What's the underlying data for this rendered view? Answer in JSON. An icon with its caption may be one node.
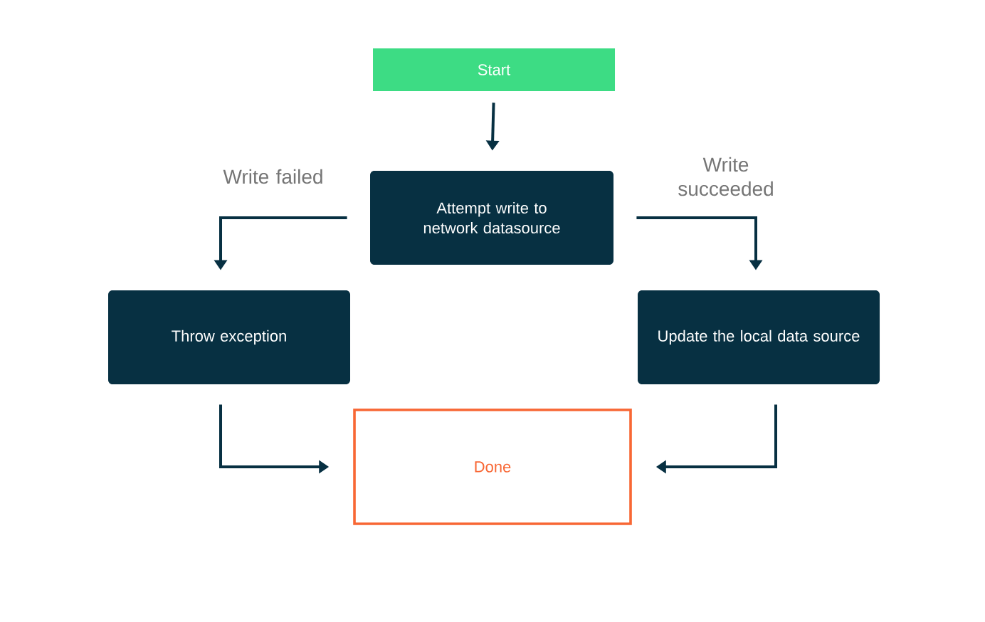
{
  "diagram": {
    "nodes": [
      {
        "text": [
          "Start"
        ]
      },
      {
        "text": [
          "Attempt write to network datasource"
        ]
      },
      {
        "text": [
          "Throw exception"
        ]
      },
      {
        "text": [
          "Update the local data source"
        ]
      },
      {
        "text": [
          "Done"
        ]
      }
    ],
    "edges": [
      {
        "from": 0,
        "to": 1,
        "arrow": "to"
      },
      {
        "from": 1,
        "to": 2,
        "arrow": "to",
        "label": "Write failed"
      },
      {
        "from": 1,
        "to": 3,
        "arrow": "to",
        "label": "Write succeeded"
      },
      {
        "from": 2,
        "to": 4,
        "arrow": "to"
      },
      {
        "from": 3,
        "to": 4,
        "arrow": "to"
      }
    ]
  }
}
